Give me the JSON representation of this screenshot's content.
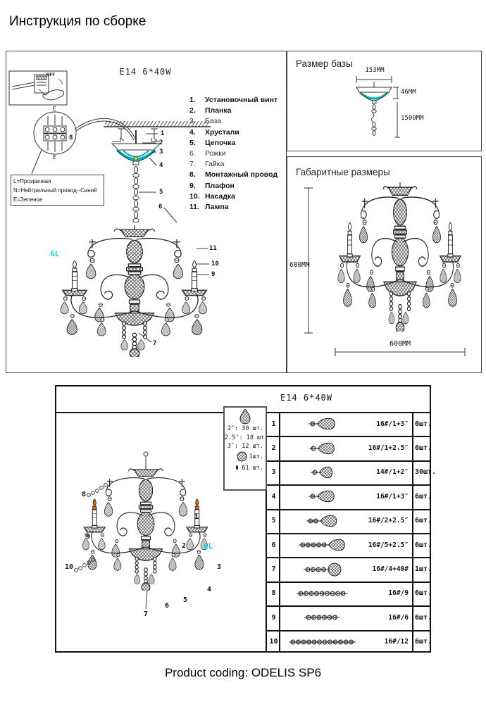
{
  "page": {
    "title": "Инструкция по сборке",
    "footer": "Product coding: ODELIS SP6"
  },
  "colors": {
    "teal": "#00b5ba",
    "cyan_label": "#00dde8",
    "flame": "#e0720e",
    "yellow": "#e6d800"
  },
  "main_panel": {
    "model": "E14  6*40W",
    "off_label": "OFF",
    "earth_top": "E",
    "earth_bottom": "E",
    "wire_legend_l": "L=Прозрачная",
    "wire_legend_n": "N=Нейтральный провод--Синий",
    "wire_legend_e": "E=Зеленое",
    "lamp_label": "6L",
    "callouts": [
      "1",
      "2",
      "3",
      "4",
      "5",
      "6",
      "7",
      "8",
      "9",
      "10",
      "11"
    ],
    "parts": [
      {
        "num": "1.",
        "label": "Установочный винт"
      },
      {
        "num": "2.",
        "label": "Планка"
      },
      {
        "num": "3.",
        "label": "База"
      },
      {
        "num": "4.",
        "label": "Хрустали"
      },
      {
        "num": "5.",
        "label": "Цепочка"
      },
      {
        "num": "6.",
        "label": "Рожки"
      },
      {
        "num": "7.",
        "label": "Гайка"
      },
      {
        "num": "8.",
        "label": "Монтажный провод"
      },
      {
        "num": "9.",
        "label": "Плафон"
      },
      {
        "num": "10.",
        "label": "Насадка"
      },
      {
        "num": "11.",
        "label": "Лампа"
      }
    ]
  },
  "base_panel": {
    "title": "Размер базы",
    "width_dim": "153MM",
    "height_dim": "46MM",
    "chain_dim": "1500MM"
  },
  "overall_panel": {
    "title": "Габаритные размеры",
    "height_dim": "600MM",
    "width_dim": "600MM"
  },
  "table_panel": {
    "model": "E14  6*40W",
    "lamp_label": "6L",
    "callouts": [
      "1",
      "2",
      "3",
      "4",
      "5",
      "6",
      "7",
      "8",
      "9",
      "10"
    ],
    "legend": {
      "sizes": [
        "2″: 30 шт.",
        "2.5″: 18 шт.",
        "3″: 12 шт."
      ],
      "ball_qty": "1шт.",
      "bead_qty": "61 шт."
    },
    "rows": [
      {
        "no": "1",
        "icon": {
          "beads": 1,
          "end": "crystal",
          "len": 20
        },
        "spec": "16#/1+3″",
        "qty": "6шт."
      },
      {
        "no": "2",
        "icon": {
          "beads": 1,
          "end": "crystal",
          "len": 18
        },
        "spec": "16#/1+2.5″",
        "qty": "6шт."
      },
      {
        "no": "3",
        "icon": {
          "beads": 1,
          "end": "crystal",
          "len": 13
        },
        "spec": "14#/1+2″",
        "qty": "30шт."
      },
      {
        "no": "4",
        "icon": {
          "beads": 1,
          "end": "crystal",
          "len": 19
        },
        "spec": "16#/1+3″",
        "qty": "6шт."
      },
      {
        "no": "5",
        "icon": {
          "beads": 2,
          "end": "crystal",
          "len": 18
        },
        "spec": "16#/2+2.5″",
        "qty": "6шт."
      },
      {
        "no": "6",
        "icon": {
          "beads": 5,
          "end": "crystal",
          "len": 18
        },
        "spec": "16#/5+2.5″",
        "qty": "6шт."
      },
      {
        "no": "7",
        "icon": {
          "beads": 4,
          "end": "ball",
          "len": 12
        },
        "spec": "16#/4+40#",
        "qty": "1шт."
      },
      {
        "no": "8",
        "icon": {
          "beads": 9,
          "end": "",
          "len": 0
        },
        "spec": "16#/9",
        "qty": "6шт."
      },
      {
        "no": "9",
        "icon": {
          "beads": 6,
          "end": "",
          "len": 0
        },
        "spec": "16#/6",
        "qty": "6шт."
      },
      {
        "no": "10",
        "icon": {
          "beads": 12,
          "end": "",
          "len": 0
        },
        "spec": "16#/12",
        "qty": "6шт."
      }
    ]
  }
}
